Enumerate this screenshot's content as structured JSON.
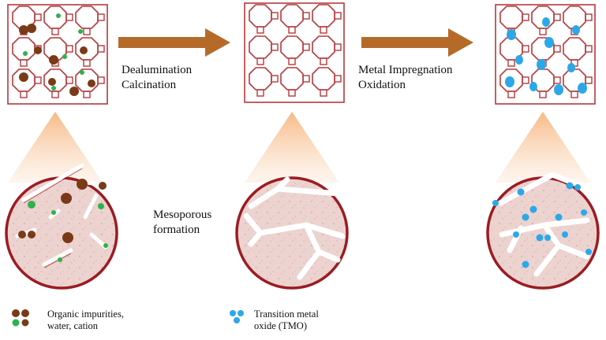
{
  "steps": {
    "step1_line1": "Dealumination",
    "step1_line2": "Calcination",
    "step2_line1": "Metal Impregnation",
    "step2_line2": "Oxidation",
    "mesoporous_line1": "Mesoporous",
    "mesoporous_line2": "formation"
  },
  "legend": {
    "impurities_line1": "Organic impurities,",
    "impurities_line2": "water, cation",
    "tmo_line1": "Transition metal",
    "tmo_line2": "oxide (TMO)"
  },
  "colors": {
    "framework": "#b5393d",
    "arrow": "#b66a2a",
    "impurity_brown": "#7a3a17",
    "impurity_green": "#2eb24a",
    "tmo_blue": "#2ca8e8",
    "circle_fill": "#ecd2cf",
    "circle_border": "#9b1c22"
  }
}
